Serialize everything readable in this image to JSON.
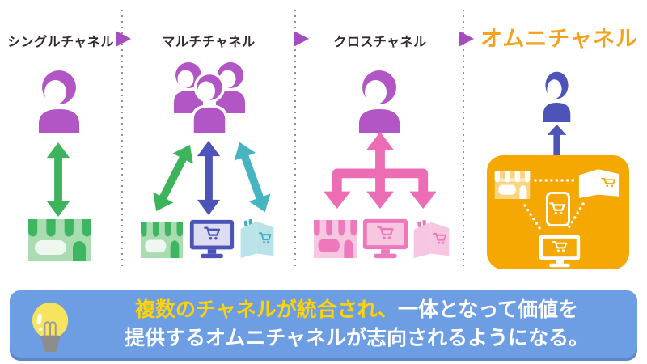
{
  "diagram": {
    "stages": [
      {
        "label": "シングルチャネル",
        "customer_icons": 1,
        "channel_icons": [
          "store"
        ],
        "arrow_colors": [
          "#3db35c"
        ]
      },
      {
        "label": "マルチチャネル",
        "customer_icons": 3,
        "channel_icons": [
          "store",
          "online-shop-monitor",
          "catalog"
        ],
        "arrow_colors": [
          "#3db35c",
          "#4c55b7",
          "#47b4c2"
        ]
      },
      {
        "label": "クロスチャネル",
        "customer_icons": 1,
        "channel_icons": [
          "store",
          "online-shop-monitor",
          "catalog"
        ],
        "arrow_colors": [
          "#ec6db4"
        ]
      },
      {
        "label": "オムニチャネル",
        "customer_icons": 1,
        "channel_icons": [
          "store",
          "catalog",
          "smartphone",
          "online-shop-monitor"
        ],
        "arrow_colors": [
          "#4c55b7"
        ],
        "box_color": "#f5a802",
        "label_color": "#f5a31e"
      }
    ],
    "progress_arrow_color": "#a54cc0",
    "person_color_purple": "#b156c4",
    "person_color_indigo": "#4c55b7"
  },
  "banner": {
    "icon": "lightbulb-icon",
    "background_color": "#6d9de2",
    "highlight_color": "#ffd400",
    "text_color": "#ffffff",
    "line1_highlight": "複数のチャネルが統合され、",
    "line1_rest": "一体となって価値を",
    "line2": "提供するオムニチャネルが志向されるようになる。"
  }
}
